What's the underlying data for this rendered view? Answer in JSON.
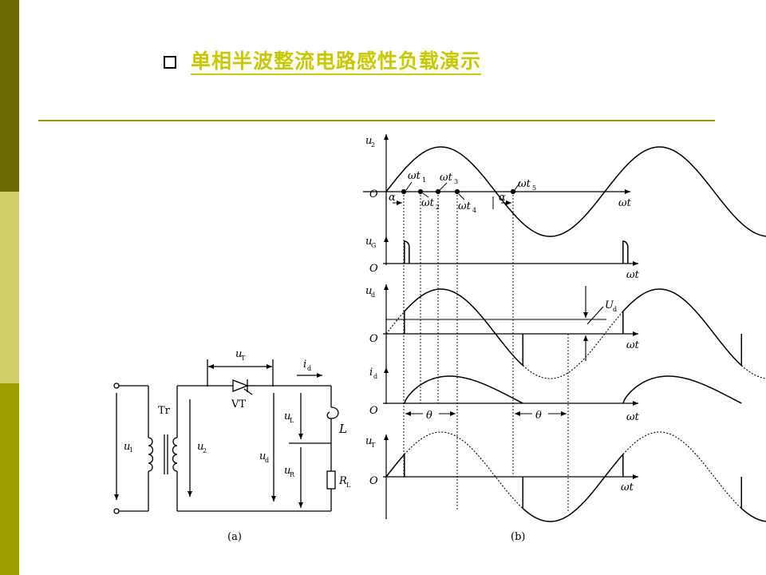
{
  "title": "单相半波整流电路感性负载演示",
  "colors": {
    "accent": "#ccc800",
    "rule": "#9b9b00",
    "strip_dark": "#6a6a00",
    "strip_light": "#cfcf6a",
    "strip_mid": "#9e9e00"
  },
  "icons": {
    "bullet": "hollow-square-icon"
  },
  "circuit": {
    "caption": "(a)",
    "tr": "Tr",
    "vt": "VT",
    "u1": "u",
    "u1_sub": "1",
    "u2": "u",
    "u2_sub": "2",
    "uT": "u",
    "uT_sub": "T",
    "id": "i",
    "id_sub": "d",
    "ud": "u",
    "ud_sub": "d",
    "uL": "u",
    "uL_sub": "L",
    "uR": "u",
    "uR_sub": "R",
    "L": "L",
    "RL": "R",
    "RL_sub": "L"
  },
  "waveforms": {
    "caption": "(b)",
    "origin": "O",
    "wt": "ωt",
    "alpha": "α",
    "theta": "θ",
    "u2": "u",
    "u2_sub": "2",
    "uG": "u",
    "uG_sub": "G",
    "ud": "u",
    "ud_sub": "d",
    "id": "i",
    "id_sub": "d",
    "uT": "u",
    "uT_sub": "T",
    "Ud": "U",
    "Ud_sub": "d",
    "wt1": "ωt",
    "wt1_sub": "1",
    "wt2": "ωt",
    "wt2_sub": "2",
    "wt3": "ωt",
    "wt3_sub": "3",
    "wt4": "ωt",
    "wt4_sub": "4",
    "wt5": "ωt",
    "wt5_sub": "5"
  }
}
